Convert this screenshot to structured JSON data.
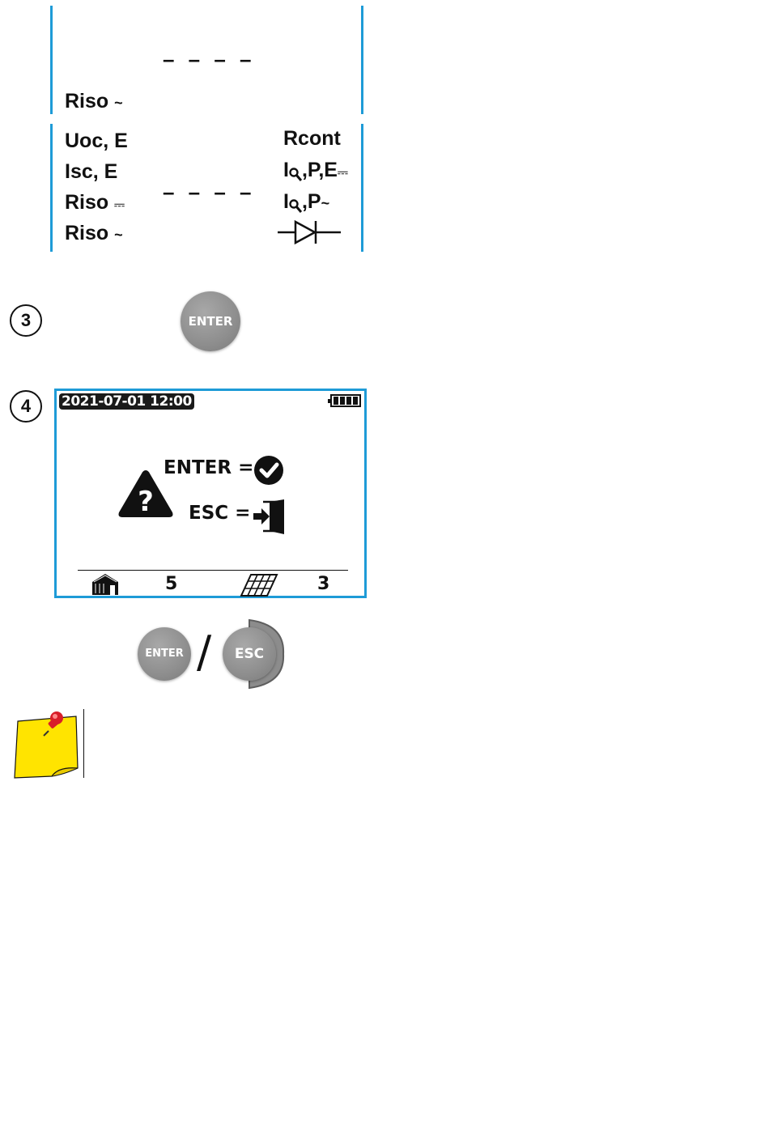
{
  "top_panel": {
    "dashes": "– – – –",
    "label": "Riso",
    "label_suffix": "~"
  },
  "menu_panel": {
    "left_items": [
      {
        "text": "Uoc, E",
        "suffix": ""
      },
      {
        "text": "Isc, E",
        "suffix": ""
      },
      {
        "text": "Riso",
        "suffix": "⎓"
      },
      {
        "text": "Riso",
        "suffix": "~"
      }
    ],
    "dashes": "– – – –",
    "right_items": [
      {
        "prefix": "",
        "text": "Rcont",
        "suffix": ""
      },
      {
        "prefix": "I",
        "text": ",P,E",
        "suffix": "⎓"
      },
      {
        "prefix": "I",
        "text": ",P",
        "suffix": "~"
      }
    ],
    "right_icon": "diode-icon"
  },
  "step3": {
    "number": "3",
    "button_label": "ENTER"
  },
  "step4": {
    "number": "4",
    "screen": {
      "datetime": "2021-07-01 12:00",
      "battery_icon": "battery-full-icon",
      "warning_icon": "question-triangle-icon",
      "enter_line": "ENTER =",
      "enter_icon": "check-circle-icon",
      "esc_line": "ESC =",
      "esc_icon": "exit-door-icon",
      "house_icon": "house-icon",
      "house_count": "5",
      "panel_icon": "solar-panel-icon",
      "panel_count": "3"
    },
    "enter_button": "ENTER",
    "slash": "/",
    "esc_button": "ESC"
  },
  "note": {
    "icon": "pinned-note-icon"
  },
  "colors": {
    "accent": "#1e9bd7",
    "button_gray": "#8e8e8e",
    "note_yellow": "#ffe400",
    "pin_red": "#d81e2a"
  }
}
